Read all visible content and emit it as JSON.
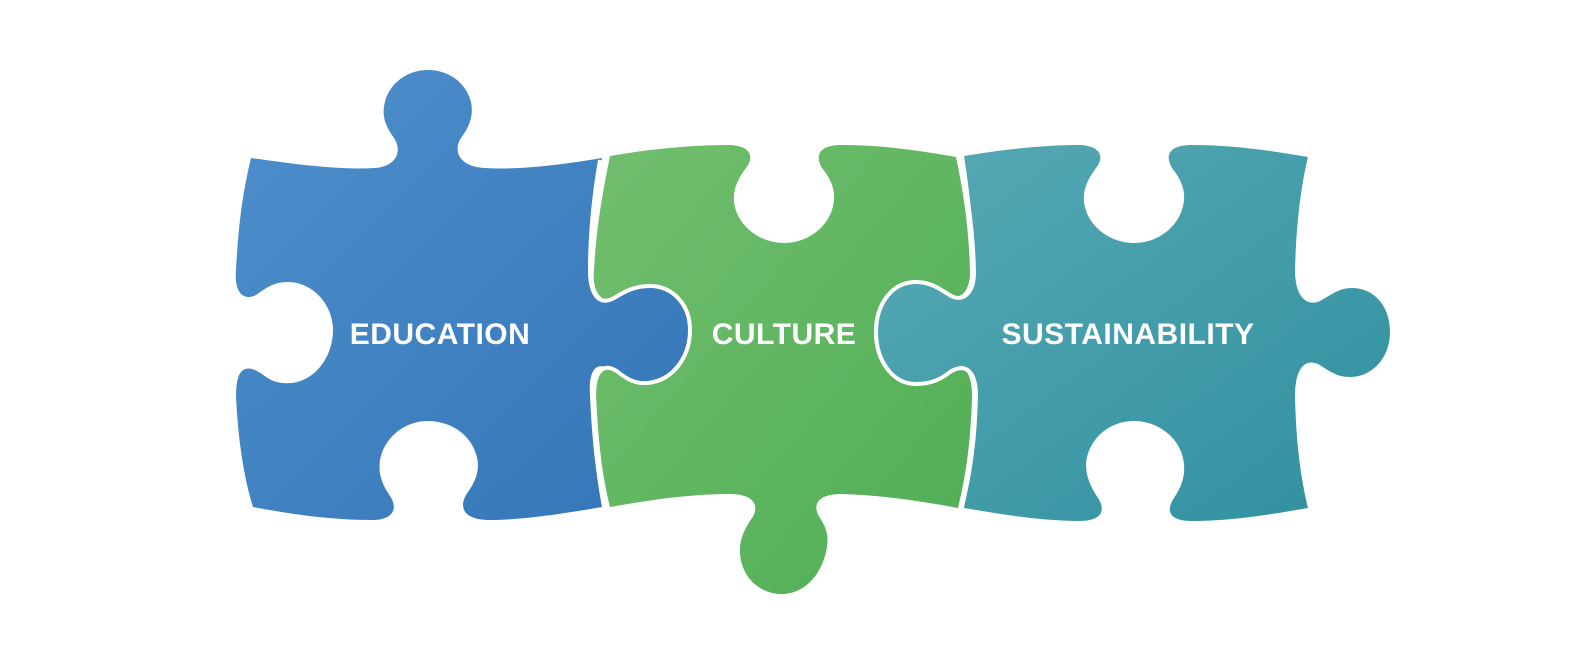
{
  "pieces": [
    {
      "label": "EDUCATION",
      "color_light": "#4f8fcd",
      "color_dark": "#3375b6"
    },
    {
      "label": "CULTURE",
      "color_light": "#72bf6e",
      "color_dark": "#4fad55"
    },
    {
      "label": "SUSTAINABILITY",
      "color_light": "#58aab5",
      "color_dark": "#2f8f9f"
    }
  ],
  "background": "#ffffff"
}
